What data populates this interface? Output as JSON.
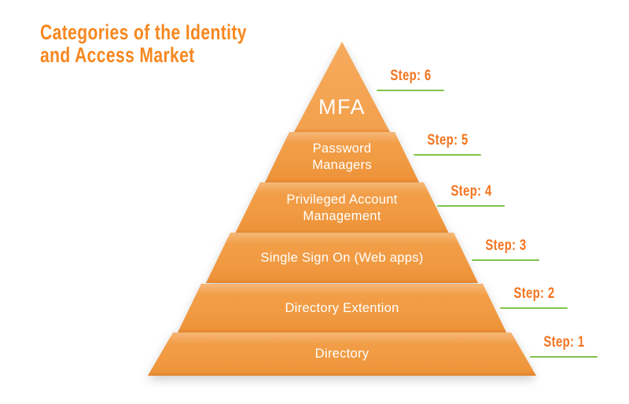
{
  "title": "Categories of the Identity\nand Access Market",
  "colors": {
    "title_orange": "#F6871F",
    "step_label_orange": "#F4731E",
    "pyramid_orange": "#F19B43",
    "pyramid_highlight": "#F7AB5E",
    "step_underline_green": "#7FC34A",
    "level_text_white": "#FFFFFF",
    "background": "#FFFFFF"
  },
  "pyramid": {
    "levels": [
      {
        "label": "MFA",
        "step": "Step: 6"
      },
      {
        "label": "Password\nManagers",
        "step": "Step: 5"
      },
      {
        "label": "Privileged Account\nManagement",
        "step": "Step: 4"
      },
      {
        "label": "Single Sign On (Web apps)",
        "step": "Step: 3"
      },
      {
        "label": "Directory Extention",
        "step": "Step: 2"
      },
      {
        "label": "Directory",
        "step": "Step: 1"
      }
    ]
  }
}
